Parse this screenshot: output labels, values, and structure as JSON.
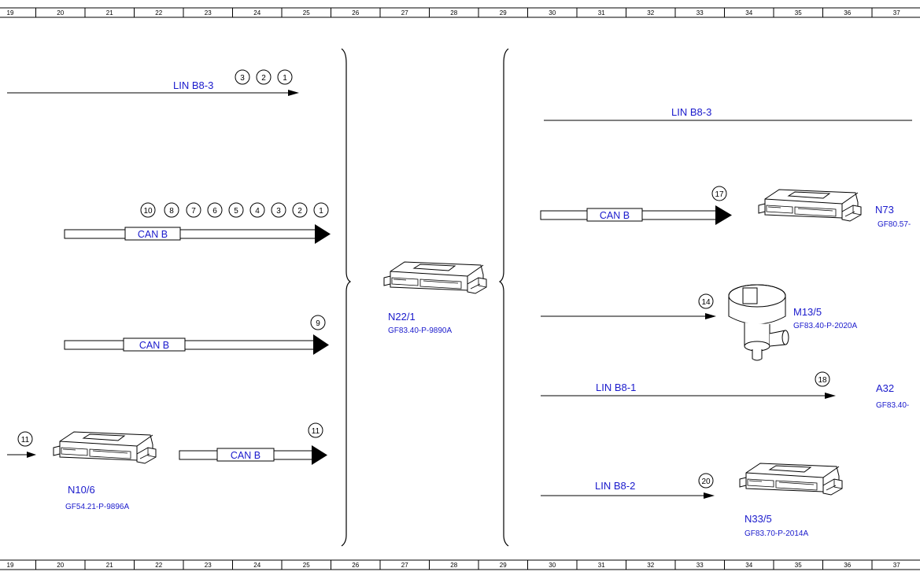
{
  "ruler_numbers": [
    "19",
    "20",
    "21",
    "22",
    "23",
    "24",
    "25",
    "26",
    "27",
    "28",
    "29",
    "30",
    "31",
    "32",
    "33",
    "34",
    "35",
    "36",
    "37"
  ],
  "bus_labels": {
    "lin_b8_3_left": "LIN B8-3",
    "lin_b8_3_right": "LIN B8-3",
    "lin_b8_1": "LIN B8-1",
    "lin_b8_2": "LIN B8-2",
    "can_b": "CAN B"
  },
  "connectors": {
    "lin_left": [
      "3",
      "2",
      "1"
    ],
    "can_top": [
      "10",
      "8",
      "7",
      "6",
      "5",
      "4",
      "3",
      "2",
      "1"
    ],
    "can_mid": "9",
    "n10_in": "11",
    "can_bottom": "11",
    "n73": "17",
    "m13": "14",
    "a32": "18",
    "n33": "20"
  },
  "components": {
    "n22_1": {
      "name": "N22/1",
      "ref": "GF83.40-P-9890A"
    },
    "n10_6": {
      "name": "N10/6",
      "ref": "GF54.21-P-9896A"
    },
    "n73": {
      "name": "N73",
      "ref": "GF80.57-"
    },
    "m13_5": {
      "name": "M13/5",
      "ref": "GF83.40-P-2020A"
    },
    "a32": {
      "name": "A32",
      "ref": "GF83.40-"
    },
    "n33_5": {
      "name": "N33/5",
      "ref": "GF83.70-P-2014A"
    }
  },
  "colors": {
    "label_blue": "#1a1acc",
    "line": "#000000"
  }
}
